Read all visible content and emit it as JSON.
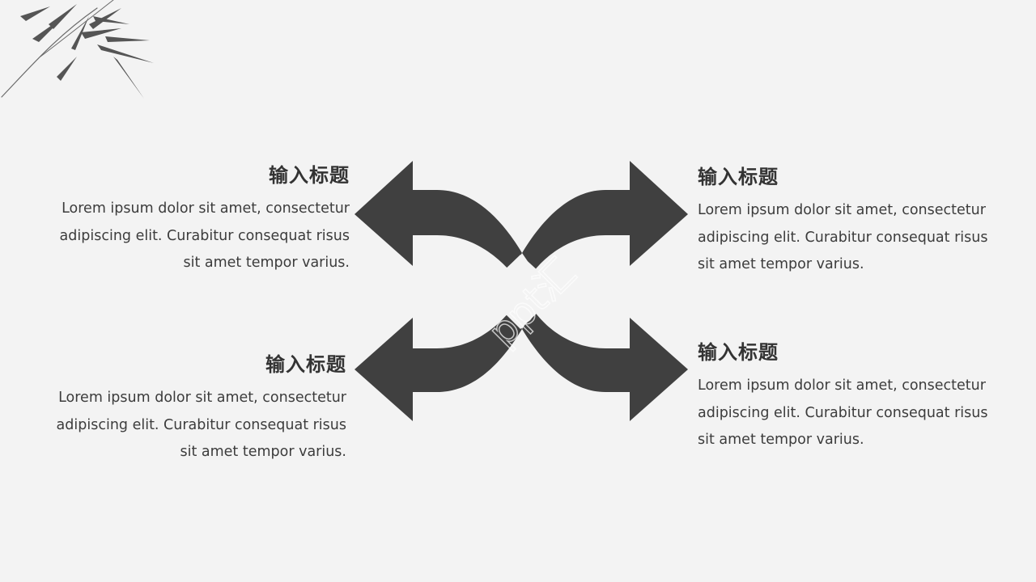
{
  "colors": {
    "background": "#f3f3f3",
    "arrow": "#404040",
    "text": "#3c3c3c"
  },
  "decoration": {
    "icon": "bamboo-leaves-icon"
  },
  "blocks": [
    {
      "position": "top-left",
      "title": "输入标题",
      "lines": [
        "Lorem ipsum dolor sit amet, consectetur",
        "adipiscing elit. Curabitur consequat risus",
        "sit amet tempor varius."
      ]
    },
    {
      "position": "top-right",
      "title": "输入标题",
      "lines": [
        "Lorem ipsum dolor sit amet, consectetur",
        "adipiscing elit. Curabitur consequat risus",
        "sit amet tempor varius."
      ]
    },
    {
      "position": "bottom-left",
      "title": "输入标题",
      "lines": [
        "Lorem ipsum dolor sit amet, consectetur",
        "adipiscing elit. Curabitur consequat risus",
        "sit amet tempor varius."
      ]
    },
    {
      "position": "bottom-right",
      "title": "输入标题",
      "lines": [
        "Lorem ipsum dolor sit amet, consectetur",
        "adipiscing elit. Curabitur consequat risus",
        "sit amet tempor varius."
      ]
    }
  ],
  "watermark": {
    "text": "ppt汇"
  }
}
